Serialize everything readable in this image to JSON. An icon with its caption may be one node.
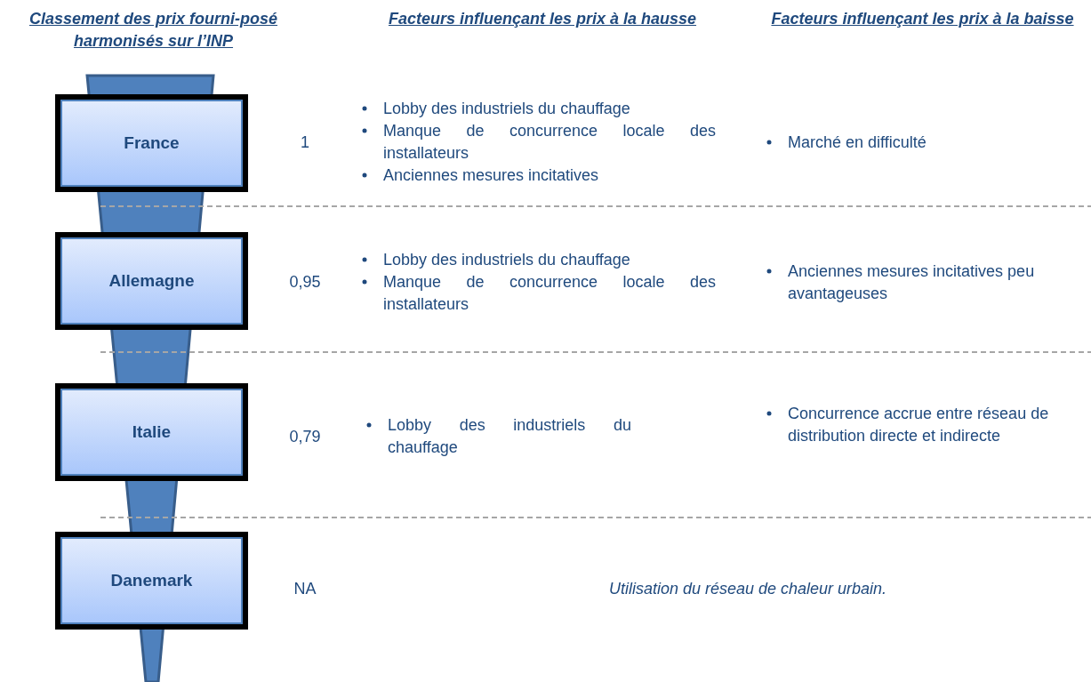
{
  "diagram": {
    "nodes": [
      {
        "text": [
          "France"
        ]
      },
      {
        "text": [
          "Allemagne"
        ]
      },
      {
        "text": [
          "Italie"
        ]
      },
      {
        "text": [
          "Danemark"
        ]
      }
    ],
    "edges": [],
    "labels": [
      "Classement des prix fourni-posé harmonisés sur l’INP",
      "Facteurs influençant les prix à la hausse",
      "Facteurs influençant les prix à la baisse",
      "1",
      "Lobby des industriels du chauffage",
      "Manque de concurrence locale des installateurs",
      "Anciennes mesures incitatives",
      "Marché en difficulté",
      "0,95",
      "Lobby des industriels du chauffage",
      "Manque de concurrence locale des installateurs",
      "Anciennes mesures incitatives peu avantageuses",
      "0,79",
      "Lobby des industriels du chauffage",
      "Concurrence accrue entre réseau de distribution directe et indirecte",
      "NA",
      "Utilisation du réseau de chaleur urbain."
    ]
  }
}
